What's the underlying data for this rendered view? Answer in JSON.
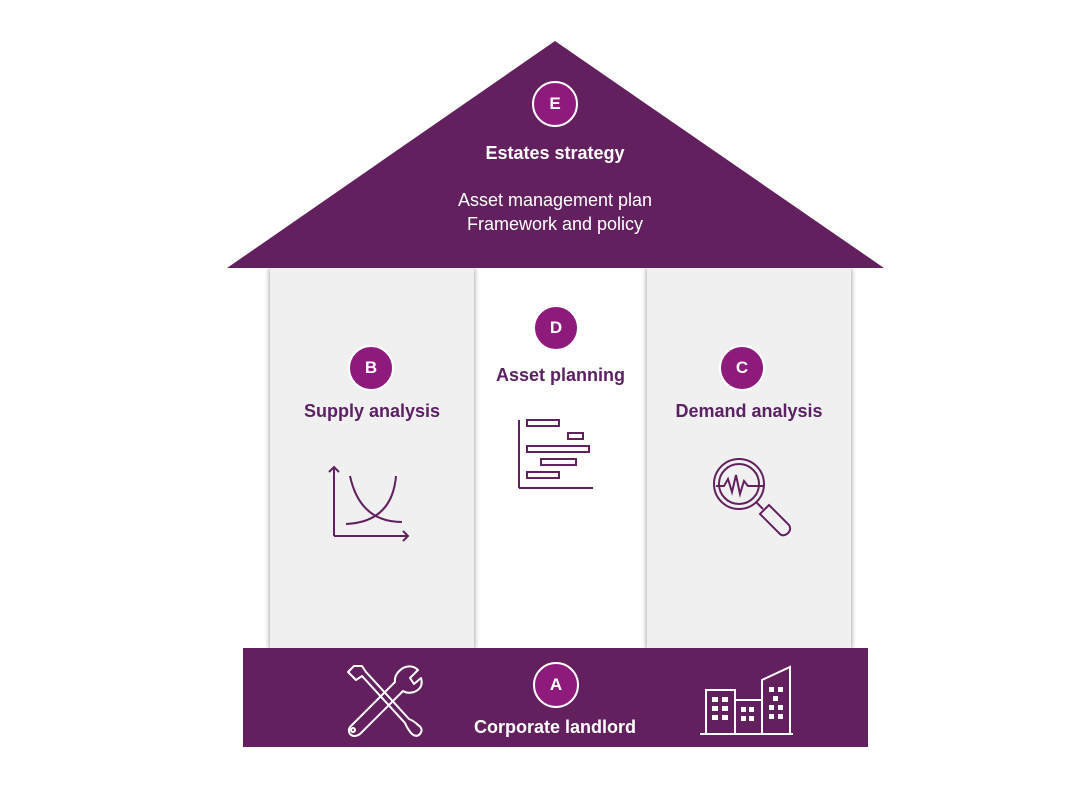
{
  "colors": {
    "primary": "#62205f",
    "accent": "#8e1a7c",
    "pillar": "#f0f0f0",
    "white": "#ffffff"
  },
  "roof": {
    "badge": "E",
    "title": "Estates strategy",
    "line1": "Asset management plan",
    "line2": "Framework and policy"
  },
  "pillar_left": {
    "badge": "B",
    "title": "Supply analysis",
    "icon": "supply-demand-curve-icon"
  },
  "pillar_center": {
    "badge": "D",
    "title": "Asset planning",
    "icon": "gantt-chart-icon"
  },
  "pillar_right": {
    "badge": "C",
    "title": "Demand analysis",
    "icon": "magnifier-pulse-icon"
  },
  "base": {
    "badge": "A",
    "title": "Corporate landlord",
    "icon_left": "tools-icon",
    "icon_right": "buildings-icon"
  }
}
